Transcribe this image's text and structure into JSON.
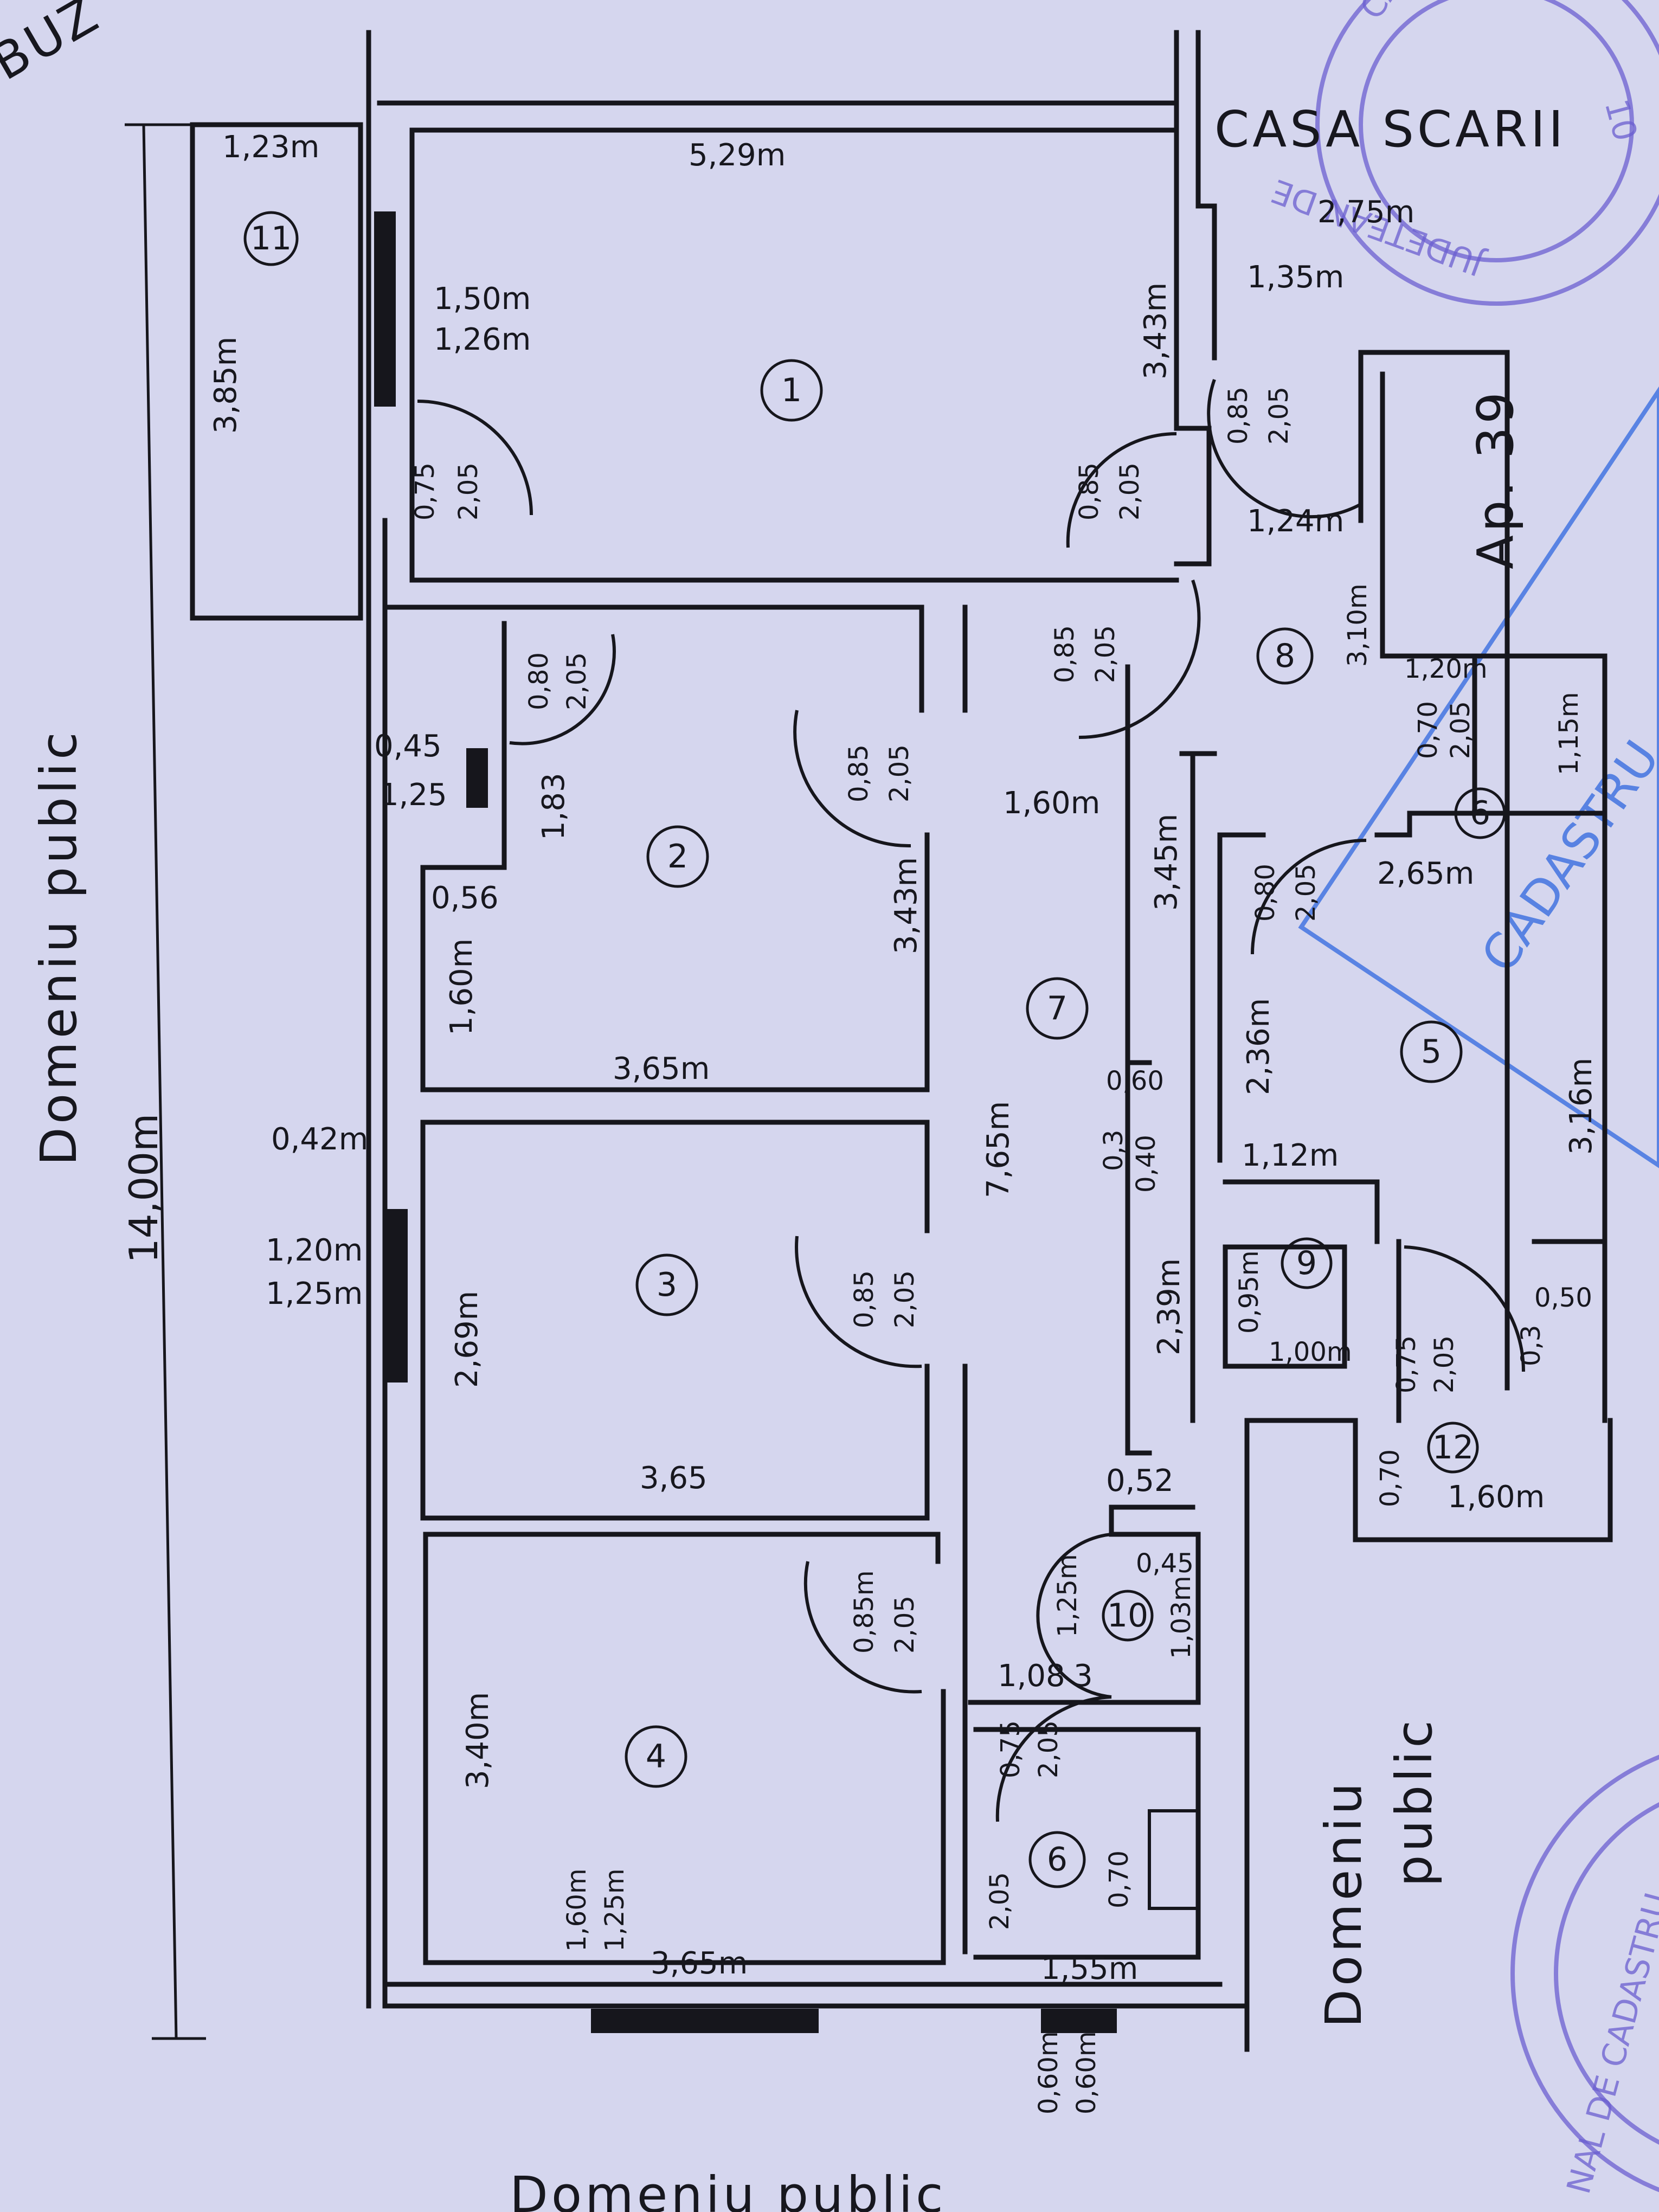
{
  "labels": {
    "casa_scarii": "CASA SCARII",
    "domeniu_public_left": "Domeniu public",
    "domeniu_public_right_1": "Domeniu",
    "domeniu_public_right_2": "public",
    "domeniu_public_bottom": "Domeniu public",
    "ap39": "Ap. 39",
    "corner_text": "BUZ",
    "total_height": "14,00m"
  },
  "rooms": [
    "1",
    "2",
    "3",
    "4",
    "5",
    "6",
    "7",
    "8",
    "6",
    "10",
    "11",
    "12",
    "9"
  ],
  "dimensions": {
    "d_1_23": "1,23m",
    "d_5_29": "5,29m",
    "d_2_75": "2,75m",
    "d_1_35": "1,35m",
    "d_3_43a": "3,43m",
    "d_3_85": "3,85m",
    "d_1_50": "1,50m",
    "d_1_26": "1,26m",
    "d_0_75_top": "0,75",
    "d_2_05_a": "2,05",
    "d_0_85_a": "0,85",
    "d_2_05_b": "2,05",
    "d_0_85_b": "0,85",
    "d_2_05_c": "2,05",
    "d_0_85_c": "0,85",
    "d_2_05_d": "2,05",
    "d_1_24": "1,24m",
    "d_3_10": "3,10m",
    "d_0_80_a": "0,80",
    "d_2_05_e": "2,05",
    "d_0_45": "0,45",
    "d_1_25_a": "1,25",
    "d_1_83": "1,83",
    "d_0_85_d": "0,85",
    "d_2_05_f": "2,05",
    "d_1_60_a": "1,60m",
    "d_3_45": "3,45m",
    "d_1_20_a": "1,20m",
    "d_0_70_a": "0,70",
    "d_2_05_g": "2,05",
    "d_1_15": "1,15m",
    "d_0_56": "0,56",
    "d_3_43b": "3,43m",
    "d_0_80_b": "0,80",
    "d_2_05_h": "2,05",
    "d_2_65": "2,65m",
    "d_1_60_b": "1,60m",
    "d_3_65_a": "3,65m",
    "d_2_36": "2,36m",
    "d_0_60_a": "0,60",
    "d_3_16": "3,16m",
    "d_0_42": "0,42m",
    "d_7_65": "7,65m",
    "d_0_3_a": "0,3",
    "d_0_40": "0,40",
    "d_1_12": "1,12m",
    "d_1_20_b": "1,20m",
    "d_1_25_b": "1,25m",
    "d_2_69": "2,69m",
    "d_0_85_e": "0,85",
    "d_2_05_i": "2,05",
    "d_2_39": "2,39m",
    "d_0_95": "0,95m",
    "d_1_00": "1,00m",
    "d_0_75_b": "0,75",
    "d_2_05_j": "2,05",
    "d_0_50": "0,50",
    "d_0_3_b": "0,3",
    "d_3_65_b": "3,65",
    "d_0_52": "0,52",
    "d_0_70_b": "0,70",
    "d_1_60_c": "1,60m",
    "d_0_85_f": "0,85m",
    "d_2_05_k": "2,05",
    "d_1_25_c": "1,25m",
    "d_0_45_b": "0,45",
    "d_1_03": "1,03m",
    "d_1_08": "1,08",
    "d_3_small": "3",
    "d_0_75_c": "0,75",
    "d_2_05_l": "2,05",
    "d_3_40": "3,40m",
    "d_0_70_c": "0,70",
    "d_2_05_m": "2,05",
    "d_1_60_d": "1,60m",
    "d_1_25_d": "1,25m",
    "d_3_65_c": "3,65m",
    "d_1_55": "1,55m",
    "d_0_60_b": "0,60m",
    "d_0_60_c": "0,60m"
  },
  "stamps": {
    "purple_top": "CADASTRU",
    "purple_top_2": "JUDETEAN DE",
    "purple_top_3": "10",
    "purple_bottom": "NAL DE CADASTRU",
    "blue": "CADASTRU"
  },
  "colors": {
    "paper": "#d5d6ee",
    "ink": "#16161c",
    "stamp_purple": "#6b5fd0",
    "stamp_blue": "#3a6ee0"
  }
}
